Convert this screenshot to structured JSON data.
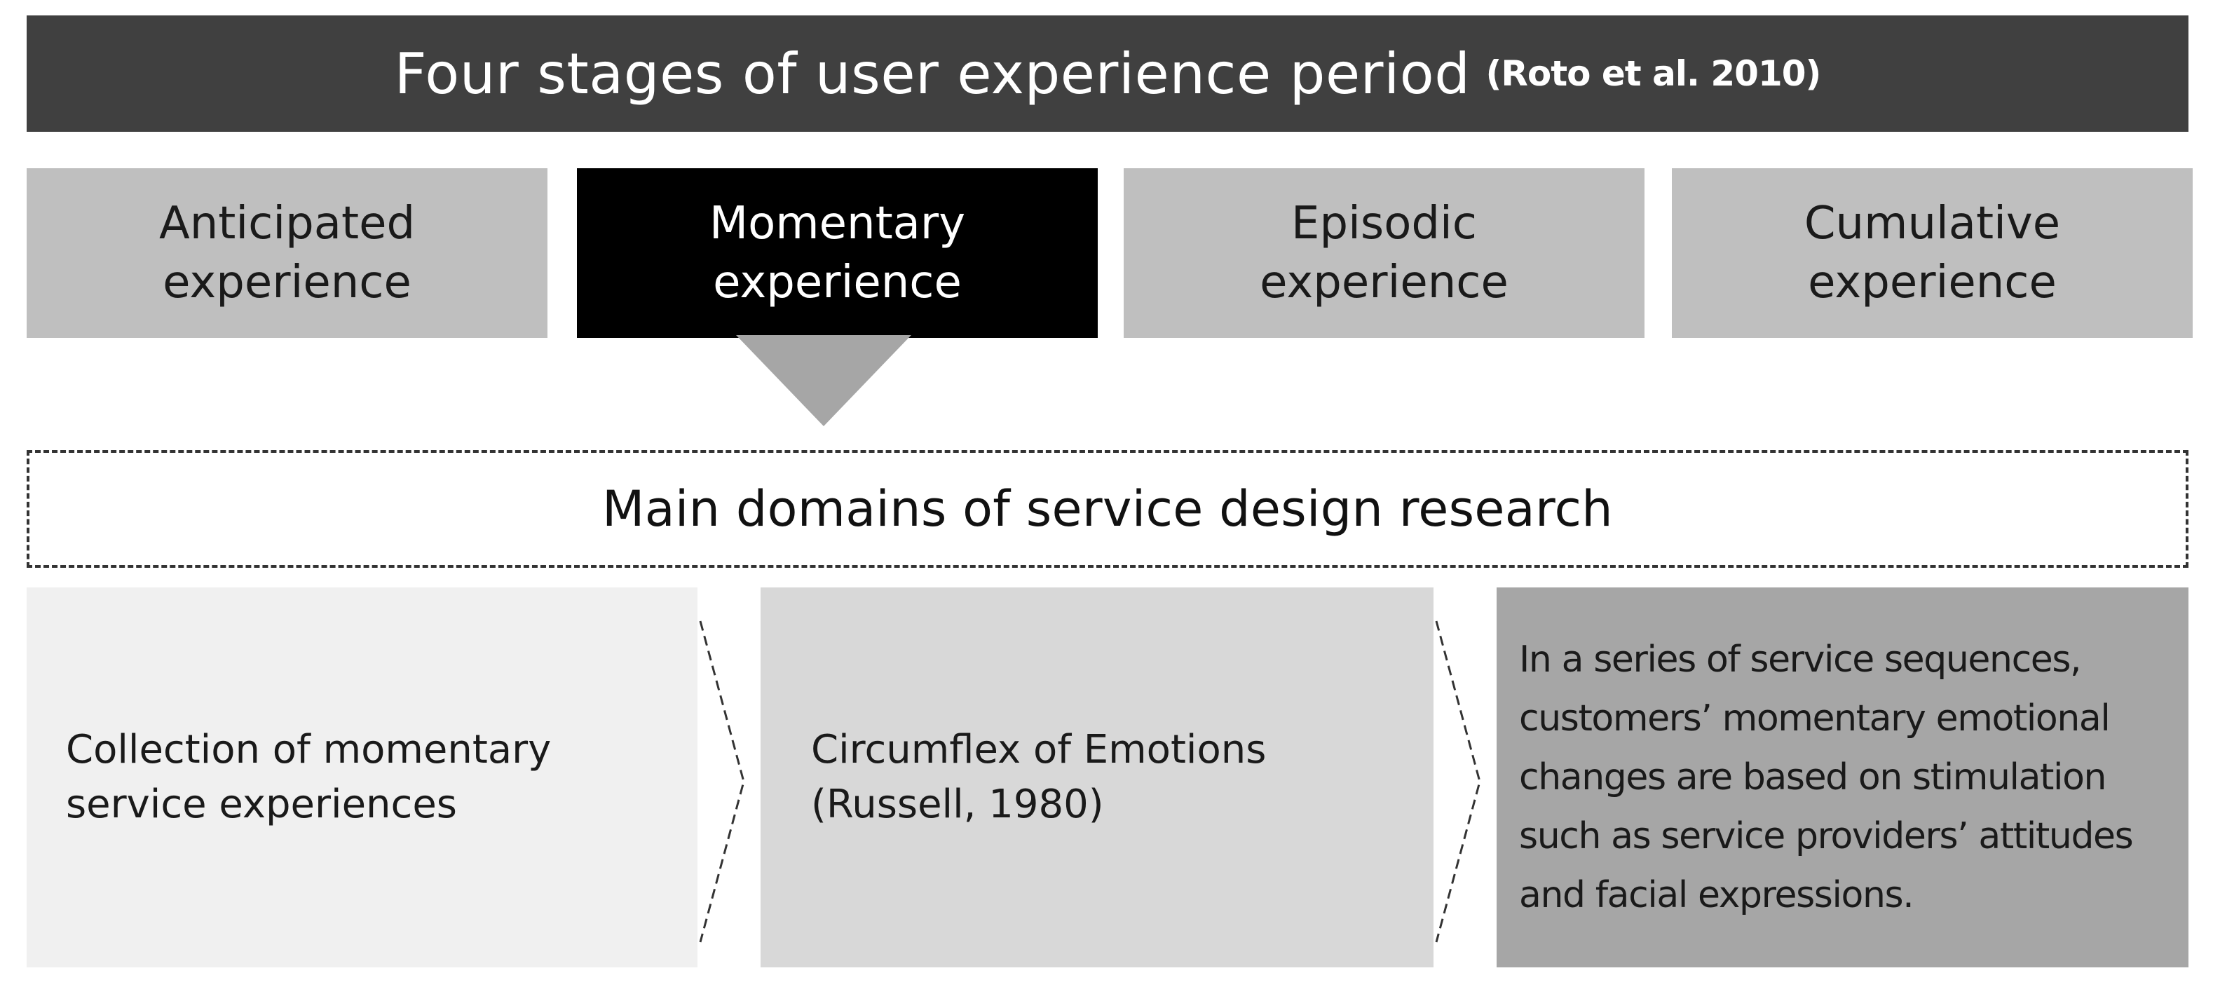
{
  "header": {
    "title": "Four stages of user experience period",
    "citation": "(Roto et al. 2010)"
  },
  "stages": [
    {
      "label": "Anticipated\nexperience",
      "active": false
    },
    {
      "label": "Momentary\nexperience",
      "active": true
    },
    {
      "label": "Episodic\nexperience",
      "active": false
    },
    {
      "label": "Cumulative\nexperience",
      "active": false
    }
  ],
  "domain": {
    "title": "Main domains of service design research"
  },
  "panels": [
    {
      "text": "Collection of momentary\nservice experiences"
    },
    {
      "text": "Circumflex of Emotions\n(Russell, 1980)"
    },
    {
      "text": "In a series of service sequences,\ncustomers’   momentary emotional\nchanges are based on stimulation\nsuch as service providers’  attitudes\nand facial expressions."
    }
  ],
  "colors": {
    "header_bg": "#404040",
    "stage_bg": "#bfbfbf",
    "stage_active_bg": "#000000",
    "pointer": "#a6a6a6",
    "panel_1_bg": "#f0f0f0",
    "panel_2_bg": "#d8d8d8",
    "panel_3_bg": "#a6a6a6"
  }
}
